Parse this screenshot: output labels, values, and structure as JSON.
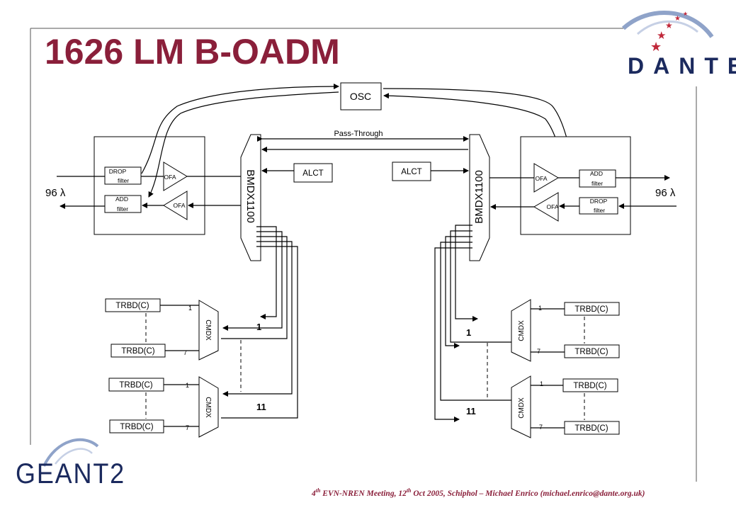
{
  "title": "1626 LM B-OADM",
  "footer": {
    "prefix": "4",
    "sup1": "th",
    "mid": " EVN-NREN  Meeting, 12",
    "sup2": "th",
    "suffix": " Oct 2005, Schiphol – Michael Enrico (michael.enrico@dante.org.uk)"
  },
  "logos": {
    "dante": "DANTE",
    "geant": "GEANT2"
  },
  "colors": {
    "title": "#8a1f3a",
    "dante_navy": "#1b2a5e",
    "dante_star": "#c0283a",
    "geant_navy": "#1b2a5e"
  },
  "diagram": {
    "osc": "OSC",
    "pass_through": "Pass-Through",
    "alct_left": "ALCT",
    "alct_right": "ALCT",
    "bmdx_left": "BMDX1100",
    "bmdx_right": "BMDX1100",
    "lambda_left": "96 λ",
    "lambda_right": "96 λ",
    "left_drop_l1": "DROP",
    "left_drop_l2": "filter",
    "left_add_l1": "ADD",
    "left_add_l2": "filter",
    "right_add_l1": "ADD",
    "right_add_l2": "filter",
    "right_drop_l1": "DROP",
    "right_drop_l2": "filter",
    "ofa": "OFA",
    "cmdx": "CMDX",
    "trbd": "TRBD(C)",
    "port_first": "1",
    "port_last": "7",
    "group_1": "1",
    "group_11": "11"
  }
}
